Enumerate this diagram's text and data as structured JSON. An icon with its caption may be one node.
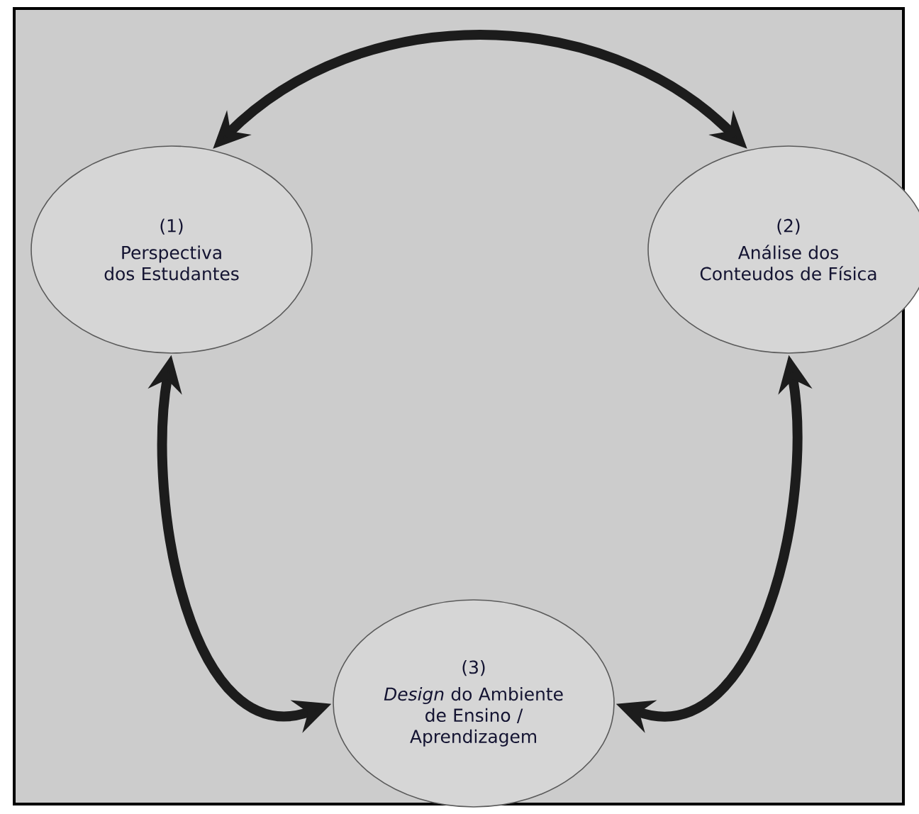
{
  "diagram": {
    "nodes": [
      {
        "text": [
          "(1)",
          "Perspectiva dos Estudantes"
        ]
      },
      {
        "text": [
          "(2)",
          "Análise dos Conteudos de Física"
        ]
      },
      {
        "text": [
          "(3)",
          "*Design* do Ambiente de Ensino / Aprendizagem"
        ]
      }
    ],
    "edges": [
      {
        "from": 0,
        "to": 1,
        "arrow": "both"
      },
      {
        "from": 0,
        "to": 2,
        "arrow": "both"
      },
      {
        "from": 1,
        "to": 2,
        "arrow": "both"
      }
    ]
  }
}
